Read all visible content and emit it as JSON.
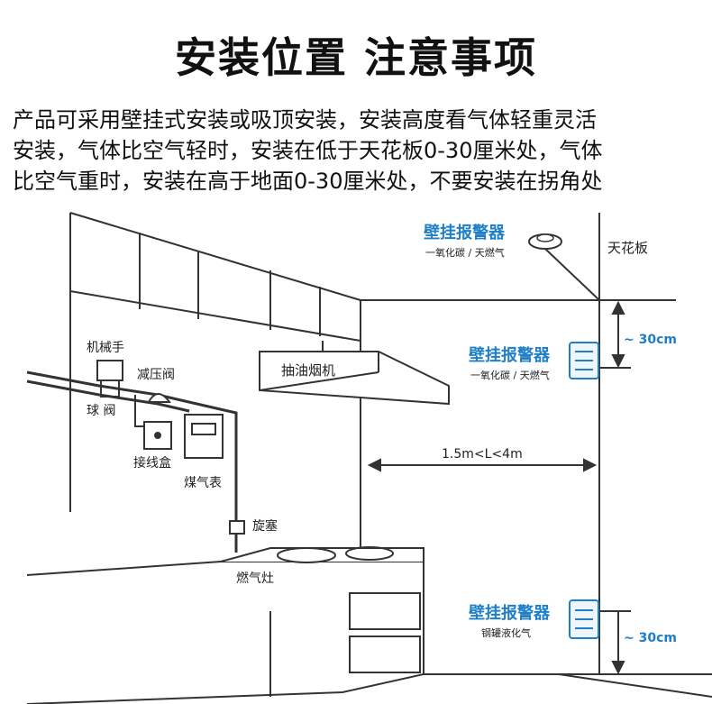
{
  "title": "安装位置 注意事项",
  "description": [
    "产品可采用壁挂式安装或吸顶安装，安装高度看气体轻重灵活",
    "安装，气体比空气轻时，安装在低于天花板0-30厘米处，气体",
    "比空气重时，安装在高于地面0-30厘米处，不要安装在拐角处"
  ],
  "labels": {
    "ceiling_alarm_title": "壁挂报警器",
    "ceiling_alarm_sub": "一氧化碳 / 天燃气",
    "ceiling": "天花板",
    "upper_alarm_title": "壁挂报警器",
    "upper_alarm_sub": "一氧化碳 / 天燃气",
    "upper_distance": "~ 30cm",
    "lower_alarm_title": "壁挂报警器",
    "lower_alarm_sub": "钢罐液化气",
    "lower_distance": "~ 30cm",
    "range": "1.5m<L<4m",
    "range_hood": "抽油烟机",
    "manipulator": "机械手",
    "pressure_valve": "减压阀",
    "ball_valve": "球 阀",
    "junction_box": "接线盒",
    "gas_meter": "煤气表",
    "plug_valve": "旋塞",
    "gas_stove": "燃气灶"
  },
  "colors": {
    "accent": "#1e7fc8",
    "line": "#333333"
  }
}
